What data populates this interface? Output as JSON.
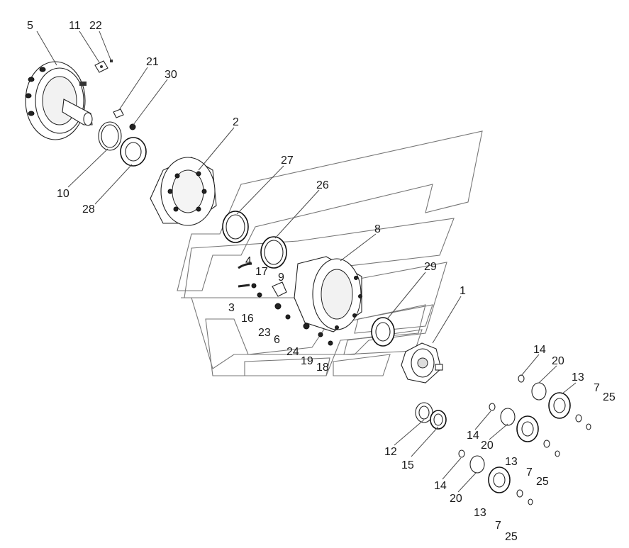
{
  "callouts": [
    {
      "id": "5",
      "text": "5"
    },
    {
      "id": "11",
      "text": "11"
    },
    {
      "id": "22",
      "text": "22"
    },
    {
      "id": "21",
      "text": "21"
    },
    {
      "id": "30",
      "text": "30"
    },
    {
      "id": "2",
      "text": "2"
    },
    {
      "id": "27",
      "text": "27"
    },
    {
      "id": "26",
      "text": "26"
    },
    {
      "id": "10",
      "text": "10"
    },
    {
      "id": "28",
      "text": "28"
    },
    {
      "id": "8",
      "text": "8"
    },
    {
      "id": "4",
      "text": "4"
    },
    {
      "id": "17",
      "text": "17"
    },
    {
      "id": "9",
      "text": "9"
    },
    {
      "id": "29",
      "text": "29"
    },
    {
      "id": "3",
      "text": "3"
    },
    {
      "id": "16",
      "text": "16"
    },
    {
      "id": "23",
      "text": "23"
    },
    {
      "id": "6",
      "text": "6"
    },
    {
      "id": "1",
      "text": "1"
    },
    {
      "id": "24",
      "text": "24"
    },
    {
      "id": "19",
      "text": "19"
    },
    {
      "id": "18",
      "text": "18"
    },
    {
      "id": "14a",
      "text": "14"
    },
    {
      "id": "20a",
      "text": "20"
    },
    {
      "id": "13a",
      "text": "13"
    },
    {
      "id": "7a",
      "text": "7"
    },
    {
      "id": "25a",
      "text": "25"
    },
    {
      "id": "12",
      "text": "12"
    },
    {
      "id": "15",
      "text": "15"
    },
    {
      "id": "14b",
      "text": "14"
    },
    {
      "id": "20b",
      "text": "20"
    },
    {
      "id": "13b",
      "text": "13"
    },
    {
      "id": "7b",
      "text": "7"
    },
    {
      "id": "25b",
      "text": "25"
    },
    {
      "id": "14c",
      "text": "14"
    },
    {
      "id": "20c",
      "text": "20"
    },
    {
      "id": "13c",
      "text": "13"
    },
    {
      "id": "7c",
      "text": "7"
    },
    {
      "id": "25c",
      "text": "25"
    }
  ]
}
